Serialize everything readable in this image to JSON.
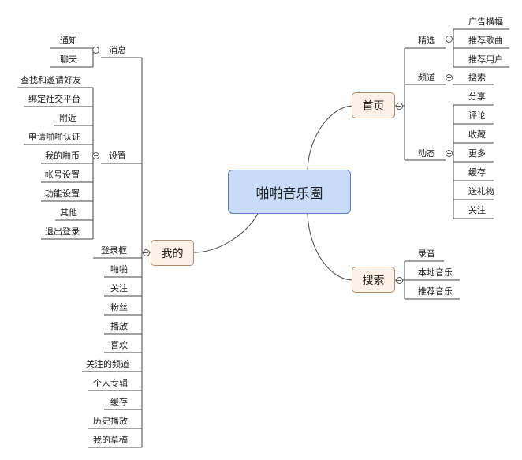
{
  "root": {
    "label": "啪啪音乐圈"
  },
  "branches": {
    "home": {
      "label": "首页",
      "groups": {
        "featured": {
          "label": "精选",
          "items": [
            "广告横幅",
            "推荐歌曲",
            "推荐用户"
          ]
        },
        "channel": {
          "label": "频道",
          "items": [
            "搜索"
          ]
        },
        "feed": {
          "label": "动态",
          "items": [
            "分享",
            "评论",
            "收藏",
            "更多",
            "缓存",
            "送礼物",
            "关注"
          ]
        }
      }
    },
    "search": {
      "label": "搜索",
      "items": [
        "录音",
        "本地音乐",
        "推荐音乐"
      ]
    },
    "mine": {
      "label": "我的",
      "groups": {
        "messages": {
          "label": "消息",
          "items": [
            "通知",
            "聊天"
          ]
        },
        "settings": {
          "label": "设置",
          "items": [
            "查找和邀请好友",
            "绑定社交平台",
            "附近",
            "申请啪啪认证",
            "我的啪币",
            "帐号设置",
            "功能设置",
            "其他",
            "退出登录"
          ]
        }
      },
      "items": [
        "登录框",
        "啪啪",
        "关注",
        "粉丝",
        "播放",
        "喜欢",
        "关注的频道",
        "个人专辑",
        "缓存",
        "历史播放",
        "我的草稿"
      ]
    }
  }
}
